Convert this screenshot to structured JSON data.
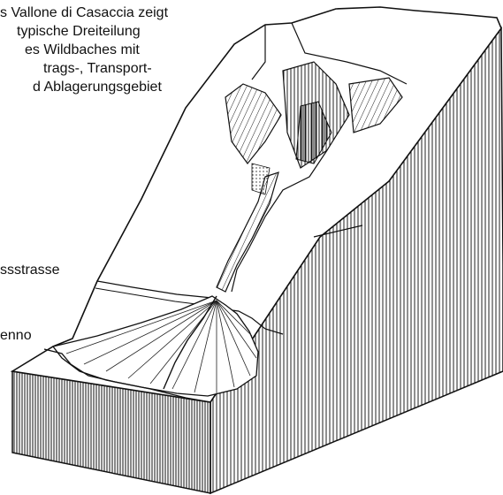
{
  "caption": {
    "line1": "s Vallone di Casaccia zeigt",
    "line2": "typische Dreiteilung",
    "line3": "es Wildbaches mit",
    "line4": "trags-, Transport-",
    "line5": "d Ablagerungsgebiet"
  },
  "labels": {
    "passstrasse": "ssstrasse",
    "enno": "enno"
  }
}
